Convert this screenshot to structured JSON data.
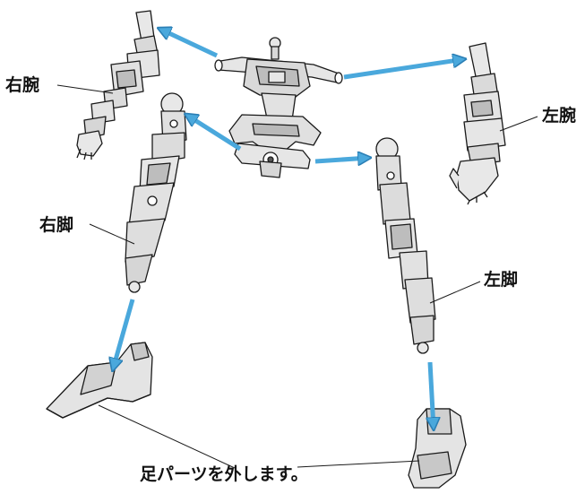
{
  "labels": {
    "right_arm": "右腕",
    "left_arm": "左腕",
    "right_leg": "右脚",
    "left_leg": "左脚",
    "caption": "足パーツを外します。"
  },
  "colors": {
    "arrow": "#4aa8dc",
    "arrow_stroke": "#2b7fb5",
    "part_fill": "#e6e6e6",
    "part_shade": "#b9b9b9",
    "part_stroke": "#1a1a1a"
  }
}
